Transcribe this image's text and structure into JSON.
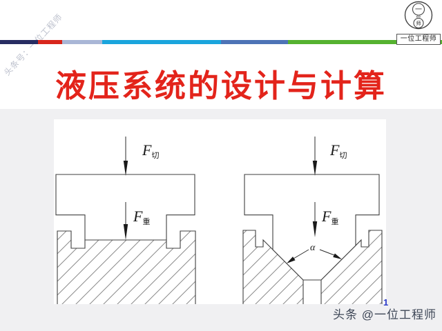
{
  "watermark": {
    "text": "头条号：一位工程师"
  },
  "logo": {
    "top_char": "一",
    "mid_char": "位",
    "bottom_char": "师",
    "label": "一位工程师"
  },
  "accent_bar": {
    "segments": [
      {
        "name": "navy",
        "color": "#272c62",
        "style": "width:55px;background:#272c62"
      },
      {
        "name": "red",
        "color": "#d8261c",
        "style": "width:35px;background:#d8261c"
      },
      {
        "name": "light-blue",
        "color": "#a9b6d6",
        "style": "width:58px;background:#a9b6d6"
      },
      {
        "name": "cyan",
        "color": "#1aa5dd",
        "style": "width:172px;background:#1aa5dd"
      },
      {
        "name": "blue",
        "color": "#4d73b6",
        "style": "width:97px;background:#4d73b6"
      },
      {
        "name": "green",
        "color": "#55b230",
        "style": "width:223px;background:#55b230"
      }
    ]
  },
  "title": {
    "text": "液压系统的设计与计算",
    "color": "#e3241b",
    "style": "color:#e3241b"
  },
  "diagram": {
    "left": {
      "cutting_force": {
        "symbol": "F",
        "subscript": "切"
      },
      "weight_force": {
        "symbol": "F",
        "subscript": "重"
      }
    },
    "right": {
      "cutting_force": {
        "symbol": "F",
        "subscript": "切"
      },
      "weight_force": {
        "symbol": "F",
        "subscript": "重"
      },
      "angle_label": "α"
    }
  },
  "footer": {
    "page_number": "1",
    "credit": "头条 @一位工程师"
  }
}
